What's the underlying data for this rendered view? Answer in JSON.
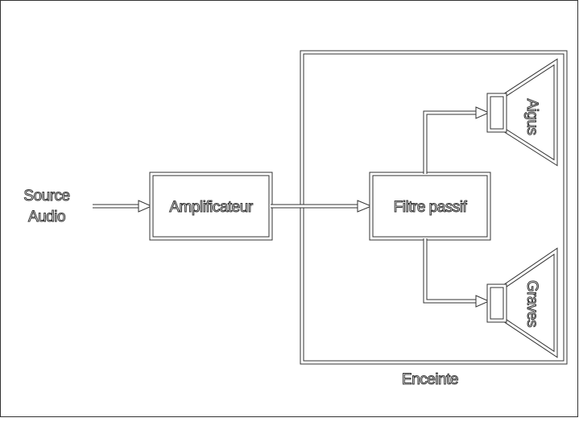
{
  "source": {
    "line1": "Source",
    "line2": "Audio"
  },
  "amplifier": {
    "label": "Amplificateur"
  },
  "filter": {
    "label": "Filtre passif"
  },
  "tweeter": {
    "label": "Aigus"
  },
  "woofer": {
    "label": "Graves"
  },
  "enclosure": {
    "label": "Enceinte"
  }
}
